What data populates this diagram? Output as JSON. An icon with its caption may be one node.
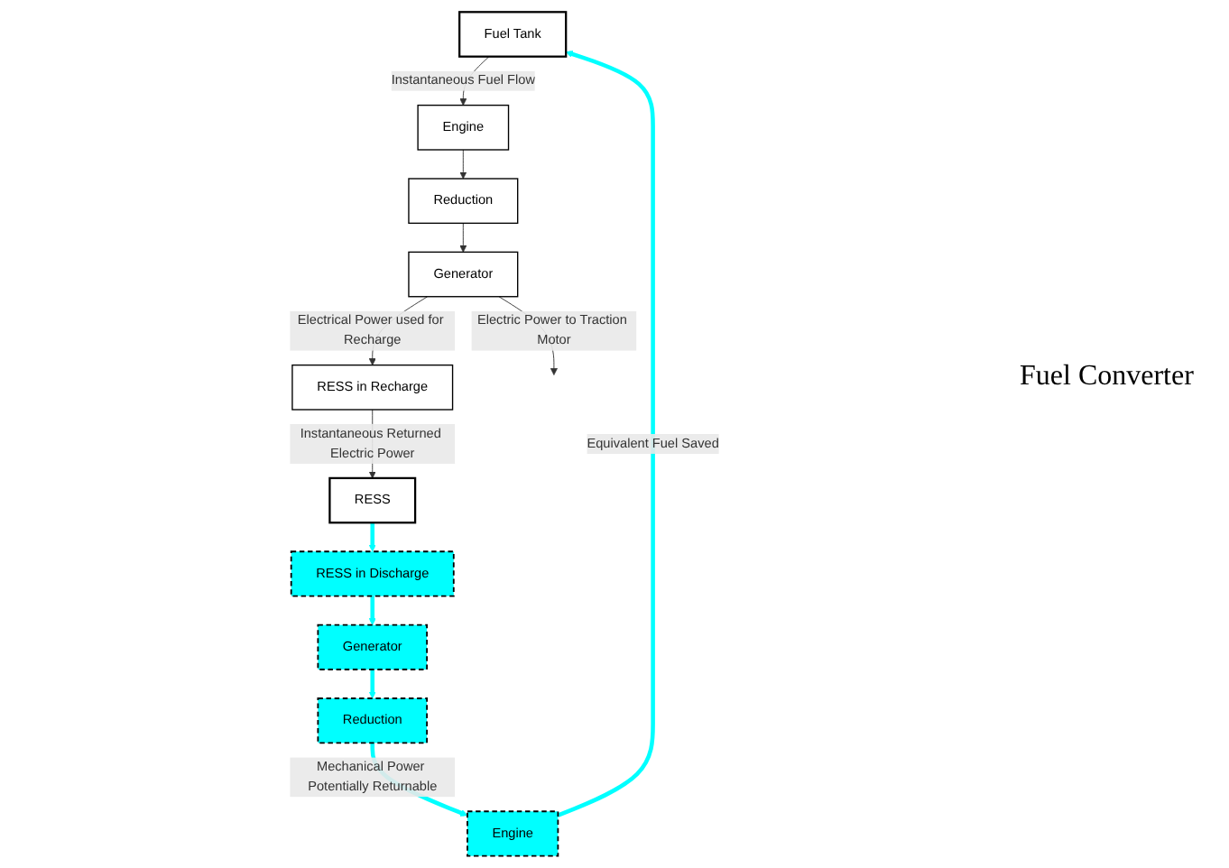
{
  "diagram": {
    "nodes": [
      {
        "text": [
          "Fuel Tank"
        ]
      },
      {
        "text": [
          "Engine"
        ]
      },
      {
        "text": [
          "Reduction"
        ]
      },
      {
        "text": [
          "Generator"
        ]
      },
      {
        "text": [
          "RESS in Recharge"
        ]
      },
      {
        "text": [
          "RESS"
        ]
      },
      {
        "text": [
          "RESS in Discharge"
        ]
      },
      {
        "text": [
          "Generator"
        ]
      },
      {
        "text": [
          "Reduction"
        ]
      },
      {
        "text": [
          "Engine"
        ]
      }
    ],
    "edges": [
      {
        "from": 0,
        "to": 1,
        "arrow": "to",
        "label": "Instantaneous Fuel Flow"
      },
      {
        "from": 1,
        "to": 2,
        "arrow": "to"
      },
      {
        "from": 2,
        "to": 3,
        "arrow": "to"
      },
      {
        "from": 3,
        "to": 4,
        "arrow": "to",
        "label": "Electrical Power used for Recharge"
      },
      {
        "from": 3,
        "to": null,
        "arrow": "to",
        "label": "Electric Power to Traction Motor"
      },
      {
        "from": 4,
        "to": 5,
        "arrow": "to",
        "label": "Instantaneous Returned Electric Power"
      },
      {
        "from": 5,
        "to": 6,
        "arrow": "to",
        "style": "thick",
        "color": "#00ffff"
      },
      {
        "from": 6,
        "to": 7,
        "arrow": "to",
        "style": "thick",
        "color": "#00ffff"
      },
      {
        "from": 7,
        "to": 8,
        "arrow": "to",
        "style": "thick",
        "color": "#00ffff"
      },
      {
        "from": 8,
        "to": 9,
        "arrow": "to",
        "style": "thick",
        "color": "#00ffff",
        "label": "Mechanical Power Potentially Returnable"
      },
      {
        "from": 9,
        "to": 0,
        "arrow": "to",
        "style": "thick",
        "color": "#00ffff",
        "label": "Equivalent Fuel Saved"
      }
    ],
    "labels": [
      "Fuel Converter"
    ]
  }
}
